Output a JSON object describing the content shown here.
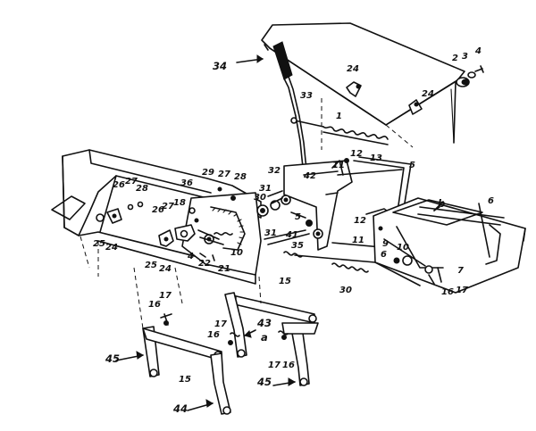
{
  "labels": {
    "l34": "34",
    "l33": "33",
    "l24a": "24",
    "l2": "2",
    "l3": "3",
    "l4": "4",
    "l24b": "24",
    "l1": "1",
    "l12a": "12",
    "l11a": "11",
    "l13": "13",
    "l5a": "5",
    "l32": "32",
    "l31a": "31",
    "l30a": "30",
    "l42": "42",
    "l5b": "5",
    "l29": "29",
    "l27a": "27",
    "l28a": "28",
    "l36": "36",
    "l26a": "26",
    "l27b": "27",
    "l28b": "28",
    "l27c": "27",
    "l26b": "26",
    "l18": "18",
    "l25a": "25",
    "l24c": "24",
    "l25b": "25",
    "l24d": "24",
    "l4b": "4",
    "l22": "22",
    "l21": "21",
    "l10a": "10",
    "l31b": "31",
    "l41": "41",
    "l35": "35",
    "l30b": "30",
    "l12b": "12",
    "l11b": "11",
    "l6a": "6",
    "l9": "9",
    "l10b": "10",
    "lb": "b",
    "l6b": "6",
    "l7": "7",
    "l16a": "16",
    "l17a": "17",
    "l15a": "15",
    "l16b": "16",
    "l17b": "17",
    "l17c": "17",
    "l43": "43",
    "l16c": "16",
    "la": "a",
    "l17d": "17",
    "l16d": "16",
    "l45a": "45",
    "l15b": "15",
    "l44": "44",
    "l45b": "45"
  }
}
